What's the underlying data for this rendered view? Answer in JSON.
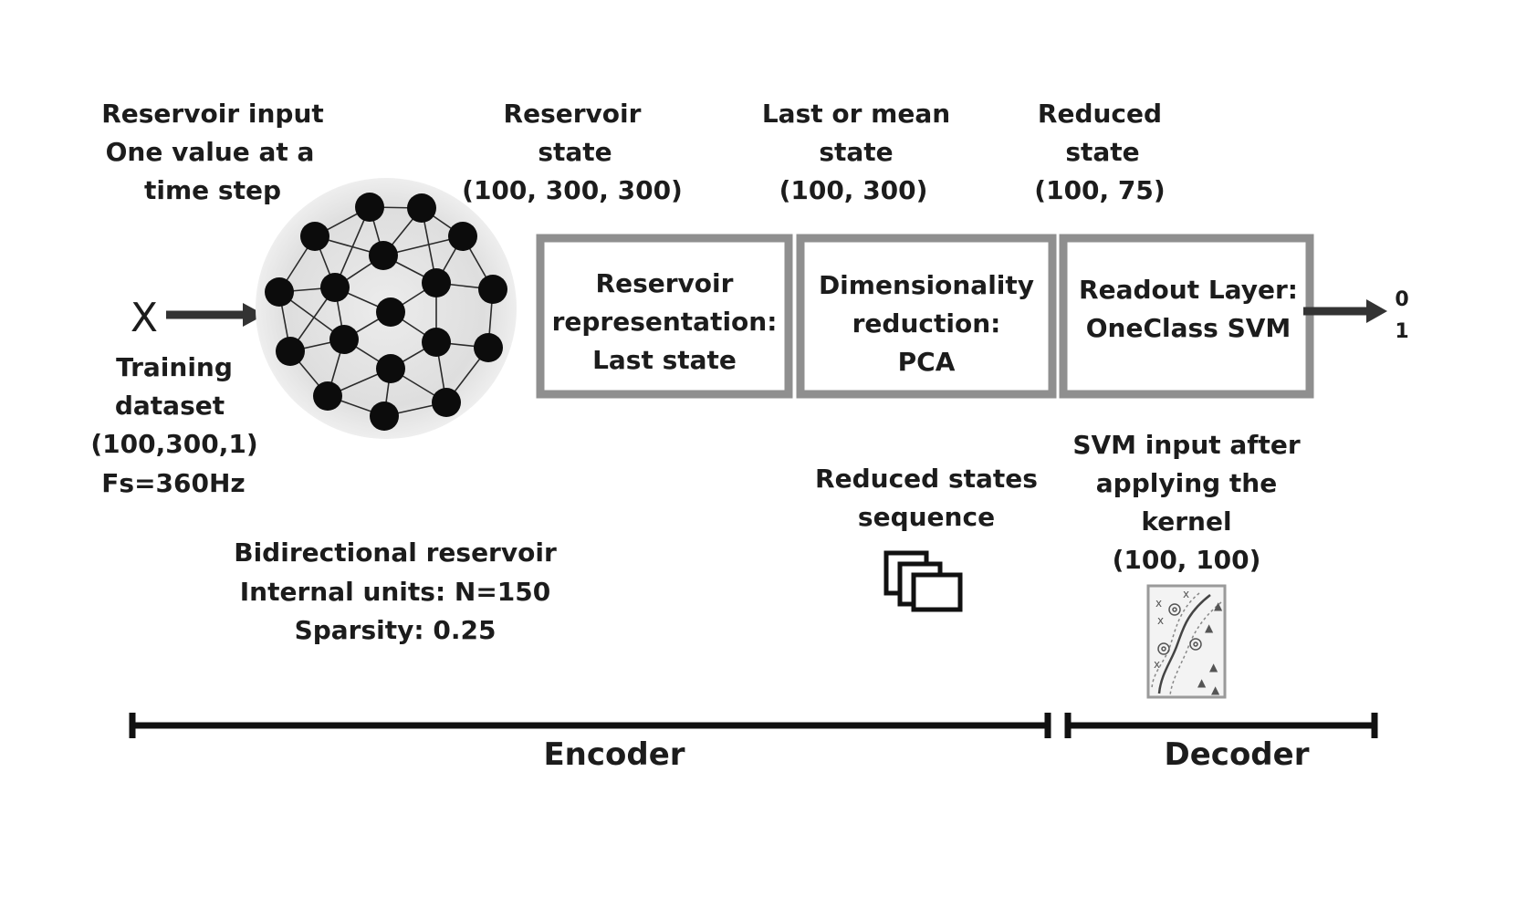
{
  "input": {
    "symbol": "X",
    "title": [
      "Reservoir input",
      "One value at a",
      "time step"
    ],
    "training": [
      "Training",
      "dataset",
      "(100,300,1)",
      "Fs=360Hz"
    ]
  },
  "reservoir_info": [
    "Bidirectional reservoir",
    "Internal units: N=150",
    "Sparsity: 0.25"
  ],
  "states": {
    "reservoir_state": [
      "Reservoir",
      "state",
      "(100, 300, 300)"
    ],
    "last_or_mean": [
      "Last or mean",
      "state",
      "(100, 300)"
    ],
    "reduced_state": [
      "Reduced",
      "state",
      "(100, 75)"
    ]
  },
  "boxes": {
    "representation": [
      "Reservoir",
      "representation:",
      "Last state"
    ],
    "dim_reduction": [
      "Dimensionality",
      "reduction:",
      "PCA"
    ],
    "readout": [
      "Readout Layer:",
      "OneClass SVM"
    ]
  },
  "outputs": [
    "0",
    "1"
  ],
  "reduced_sequence": [
    "Reduced states",
    "sequence"
  ],
  "svm_input": [
    "SVM input after",
    "applying the",
    "kernel",
    "(100, 100)"
  ],
  "sections": {
    "encoder": "Encoder",
    "decoder": "Decoder"
  },
  "icons": {
    "reservoir": "reservoir-network-icon",
    "stack": "stacked-states-icon",
    "svm": "svm-kernel-plot-icon"
  }
}
